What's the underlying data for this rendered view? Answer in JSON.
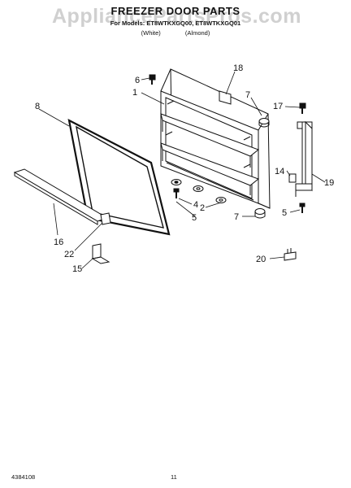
{
  "header": {
    "watermark": "AppliancePartsPros.com",
    "title": "FREEZER DOOR PARTS",
    "models": "For Models: ET8WTKXGQ00, ET8WTKXGQ01",
    "colors": [
      "(White)",
      "(Almond)"
    ]
  },
  "callouts": [
    "1",
    "2",
    "4",
    "5",
    "5",
    "6",
    "7",
    "7",
    "8",
    "14",
    "15",
    "16",
    "17",
    "18",
    "19",
    "20",
    "22"
  ],
  "footer": {
    "doc_code": "4384108",
    "page": "11"
  }
}
